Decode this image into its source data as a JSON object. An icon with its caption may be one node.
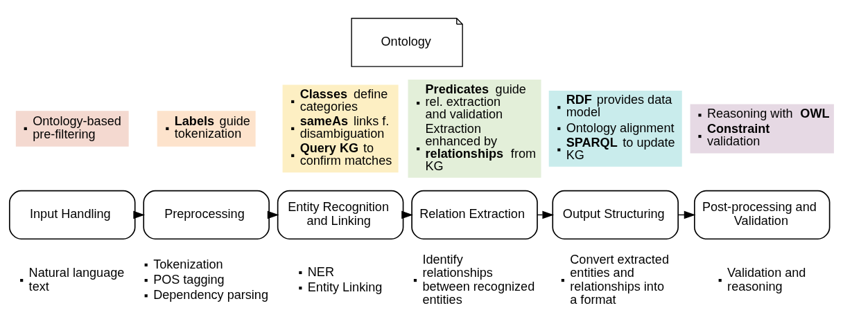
{
  "diagram": {
    "nodes": [
      {
        "text": [
          "Ontology"
        ]
      },
      {
        "text": [
          "Input Handling"
        ],
        "beside": [
          "Natural language text"
        ]
      },
      {
        "text": [
          "Preprocessing"
        ],
        "beside": [
          "Tokenization",
          "POS tagging",
          "Dependency parsing"
        ]
      },
      {
        "text": [
          "Entity Recognition and Linking"
        ],
        "beside": [
          "NER",
          "Entity Linking"
        ]
      },
      {
        "text": [
          "Relation Extraction"
        ],
        "beside": [
          "Identify relationships between recognized entities"
        ]
      },
      {
        "text": [
          "Output Structuring"
        ],
        "beside": [
          "Convert extracted entities and relationships into a format"
        ]
      },
      {
        "text": [
          "Post-processing and Validation"
        ],
        "beside": [
          "Validation and reasoning"
        ]
      },
      {
        "text": [
          "Ontology-based pre-filtering"
        ]
      },
      {
        "text": [
          "**Labels** guide tokenization"
        ]
      },
      {
        "text": [
          "**Classes** define categories",
          "**sameAs** links f. disambiguation",
          "**Query KG** to confirm matches"
        ]
      },
      {
        "text": [
          "**Predicates** guide rel. extraction and validation",
          "Extraction enhanced by **relationships** from KG"
        ]
      },
      {
        "text": [
          "**RDF** provides data model",
          "Ontology alignment",
          "**SPARQL** to update KG"
        ]
      },
      {
        "text": [
          "Reasoning with **OWL**",
          "**Constraint** validation"
        ]
      }
    ],
    "edges": [
      {
        "from": 1,
        "to": 2,
        "arrow": "to"
      },
      {
        "from": 2,
        "to": 3,
        "arrow": "to"
      },
      {
        "from": 3,
        "to": 4,
        "arrow": "to"
      },
      {
        "from": 4,
        "to": 5,
        "arrow": "to"
      },
      {
        "from": 5,
        "to": 6,
        "arrow": "to"
      }
    ]
  }
}
